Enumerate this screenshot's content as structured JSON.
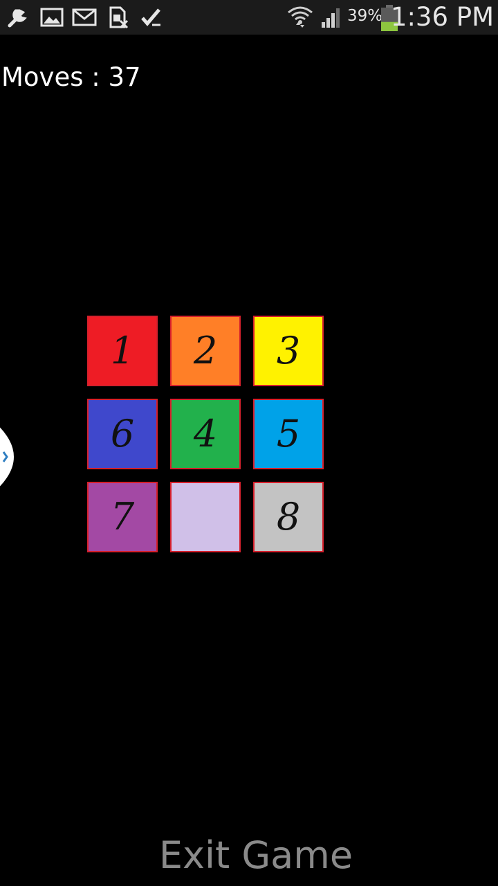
{
  "status_bar": {
    "battery_percent": "39%",
    "time": "1:36 PM",
    "icons": [
      "wrench-icon",
      "image-icon",
      "gmail-icon",
      "sim-card-icon",
      "task-check-icon",
      "wifi-icon",
      "signal-icon",
      "battery-icon"
    ],
    "battery_level": 0.39
  },
  "game": {
    "moves_text": "Moves : 37",
    "board": [
      {
        "label": "1",
        "color": "#ee1c25"
      },
      {
        "label": "2",
        "color": "#ff7f27"
      },
      {
        "label": "3",
        "color": "#fff200"
      },
      {
        "label": "6",
        "color": "#3f48cc"
      },
      {
        "label": "4",
        "color": "#22b14c"
      },
      {
        "label": "5",
        "color": "#00a2e8"
      },
      {
        "label": "7",
        "color": "#a349a4"
      },
      {
        "label": "",
        "color": "#d0c0e8"
      },
      {
        "label": "8",
        "color": "#c3c3c3"
      }
    ]
  },
  "exit_label": "Exit Game"
}
